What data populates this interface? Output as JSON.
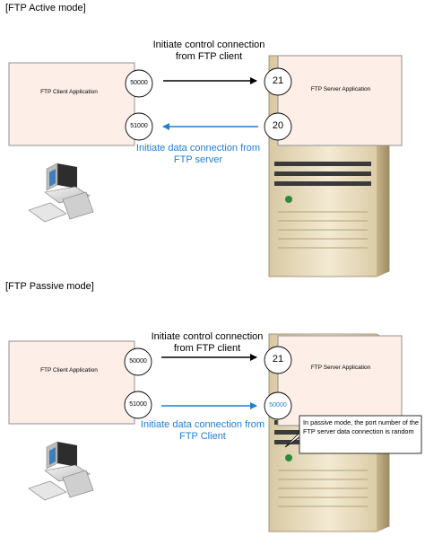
{
  "colors": {
    "black_arrow": "#000000",
    "blue_arrow": "#1f7ed6",
    "blue_text": "#1f7ed6",
    "app_box_fill": "#fdeee7",
    "app_box_stroke": "#909090",
    "server_body": "#e8dcbc",
    "server_shadow": "#b7a67e"
  },
  "active": {
    "heading": "[FTP Active mode]",
    "client_label": "FTP Client Application",
    "server_label": "FTP Server Application",
    "client_port_control": "50000",
    "client_port_data": "51000",
    "server_port_control": "21",
    "server_port_data": "20",
    "control_text": [
      "Initiate control connection",
      "from FTP client"
    ],
    "data_text": [
      "Initiate data connection from",
      "FTP server"
    ]
  },
  "passive": {
    "heading": "[FTP Passive mode]",
    "client_label": "FTP Client Application",
    "server_label": "FTP Server Application",
    "client_port_control": "50000",
    "client_port_data": "51000",
    "server_port_control": "21",
    "server_port_data": "50000",
    "control_text": [
      "Initiate control connection",
      "from FTP client"
    ],
    "data_text": [
      "Initiate data connection from",
      "FTP Client"
    ],
    "note": "In passive mode, the port number of the FTP server data connection is random"
  }
}
